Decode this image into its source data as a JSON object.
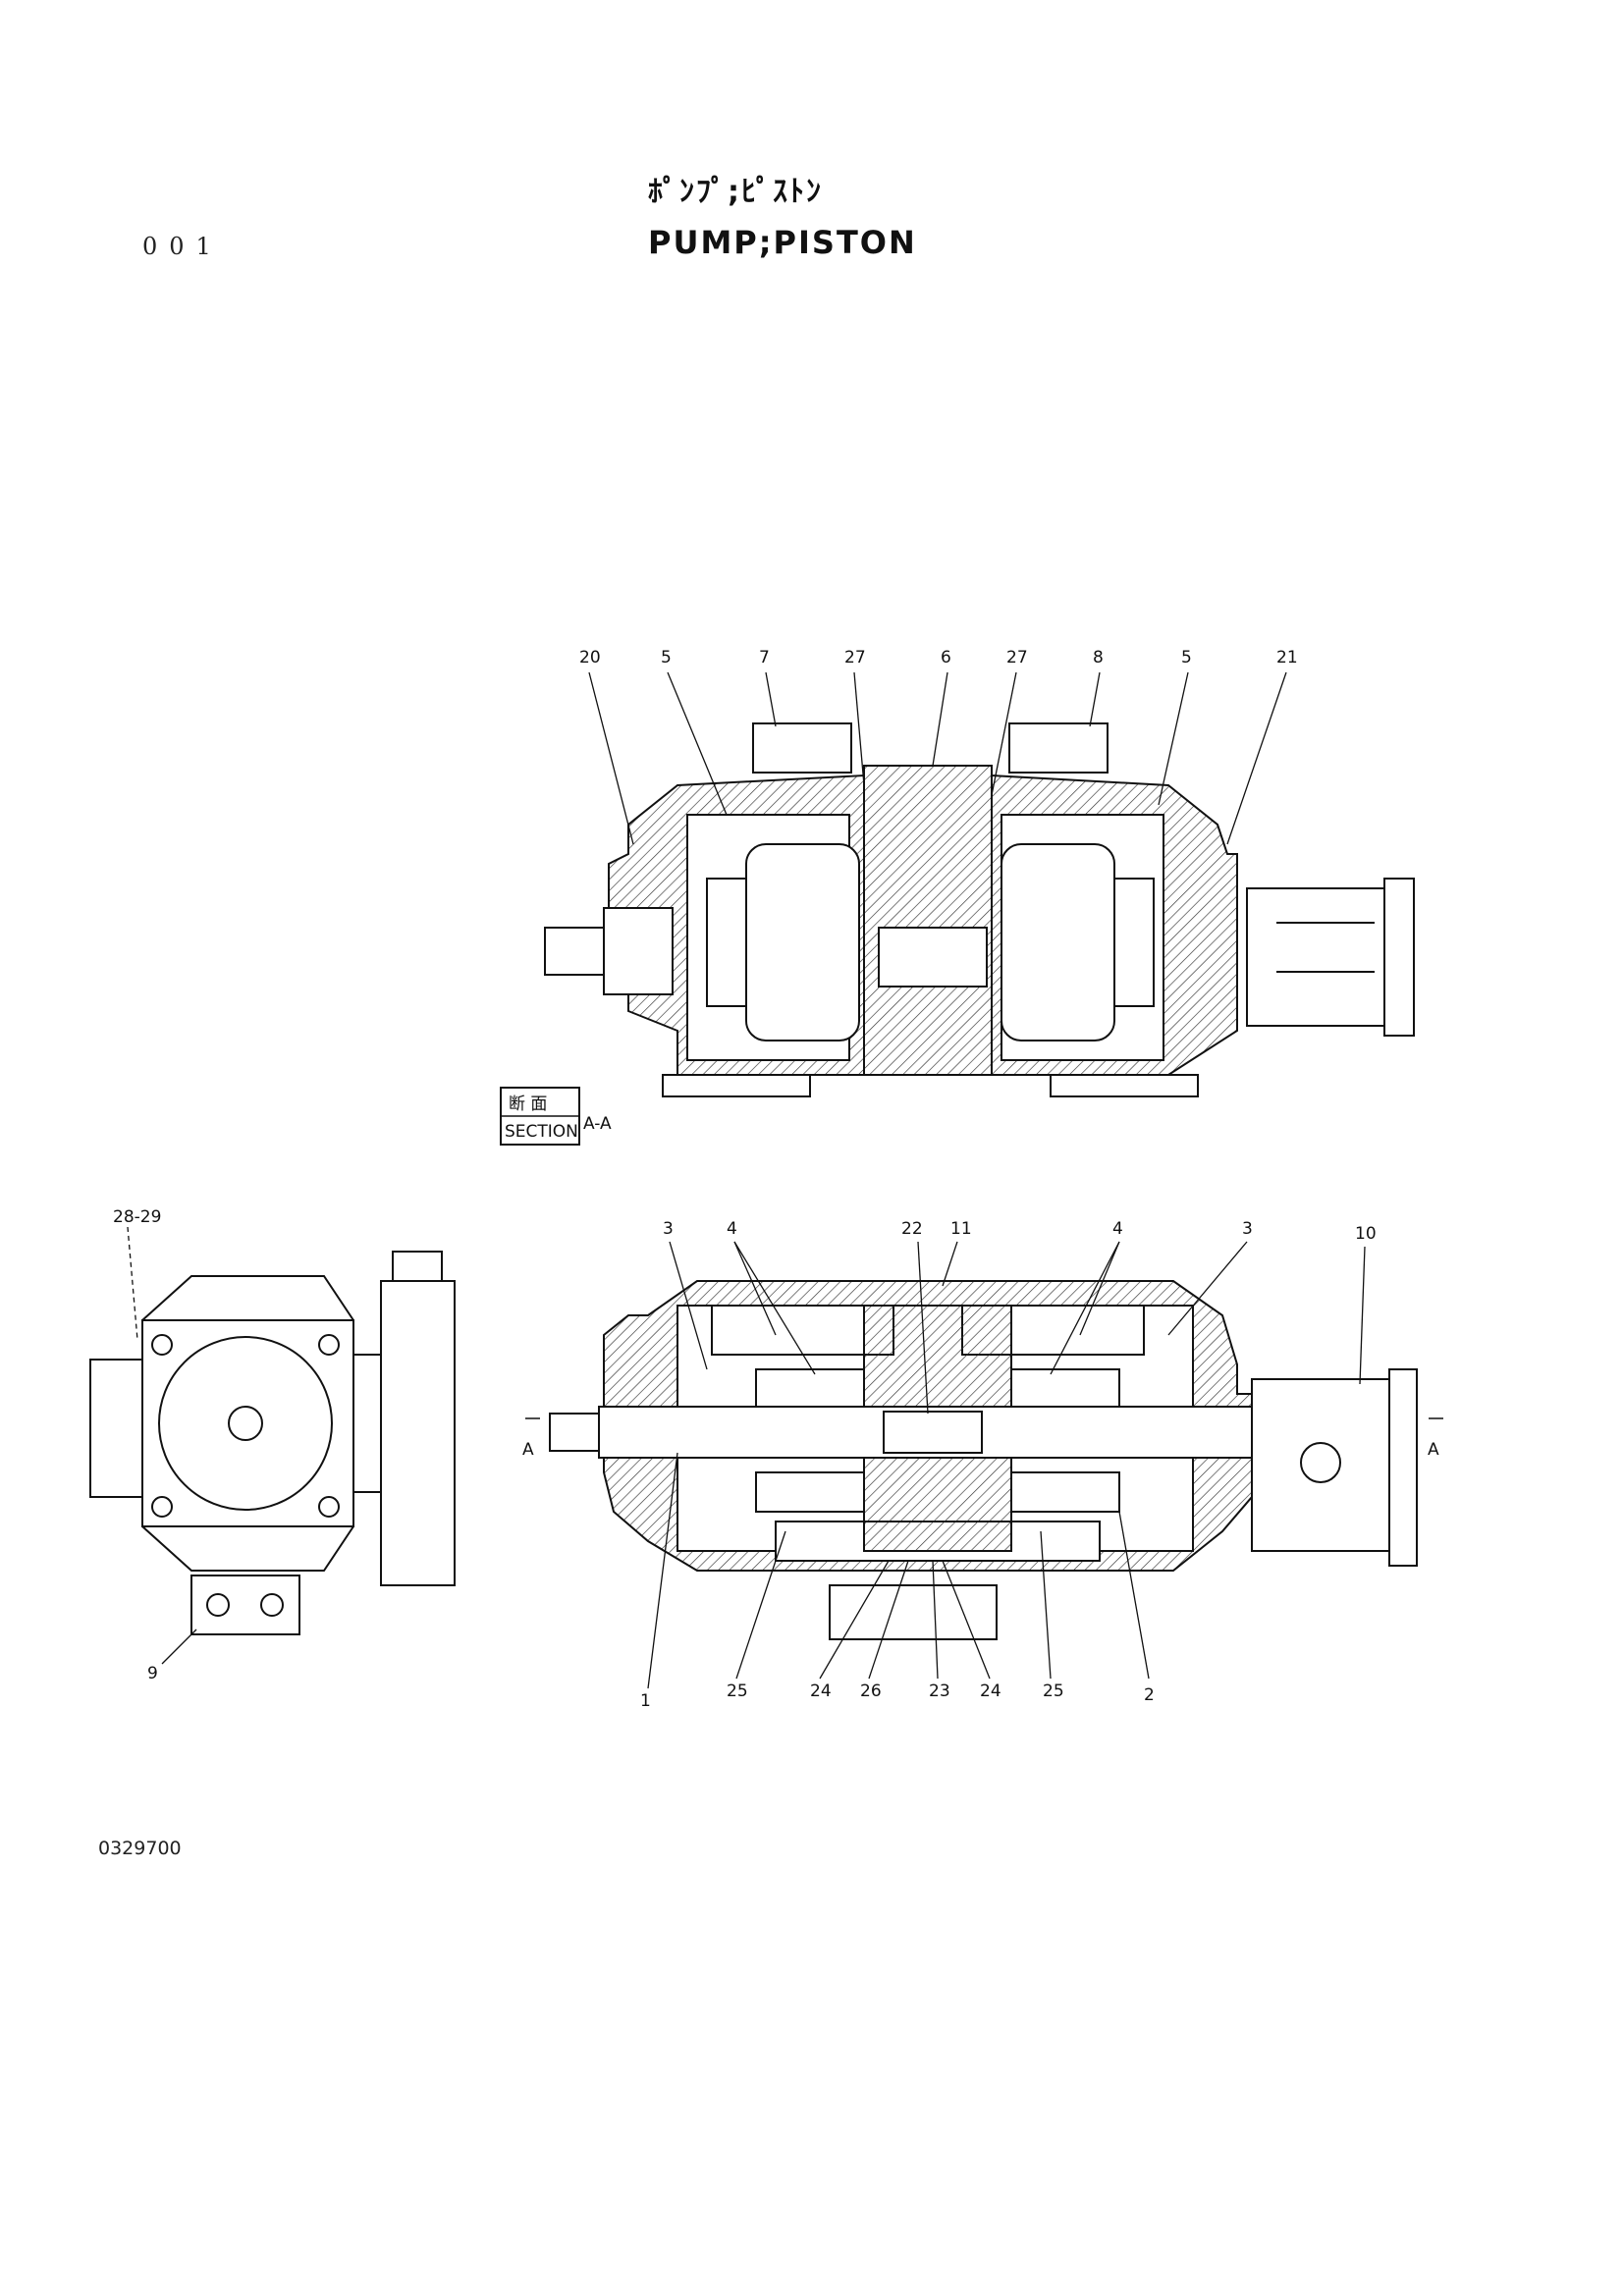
{
  "header": {
    "page_number": "001",
    "title_jp": "ﾎﾟﾝﾌﾟ;ﾋﾟｽﾄﾝ",
    "title_en": "PUMP;PISTON"
  },
  "section_label": {
    "jp": "断 面",
    "en": "SECTION",
    "name": "A-A"
  },
  "section_markers": [
    "A",
    "A"
  ],
  "callouts_top": [
    "20",
    "5",
    "7",
    "27",
    "6",
    "27",
    "8",
    "5",
    "21"
  ],
  "callouts_left": [
    "28-29",
    "9"
  ],
  "callouts_main_top": [
    "3",
    "4",
    "22",
    "11",
    "4",
    "3",
    "10"
  ],
  "callouts_main_bottom": [
    "1",
    "25",
    "24",
    "26",
    "23",
    "24",
    "25",
    "2"
  ],
  "drawing_number": "0329700"
}
